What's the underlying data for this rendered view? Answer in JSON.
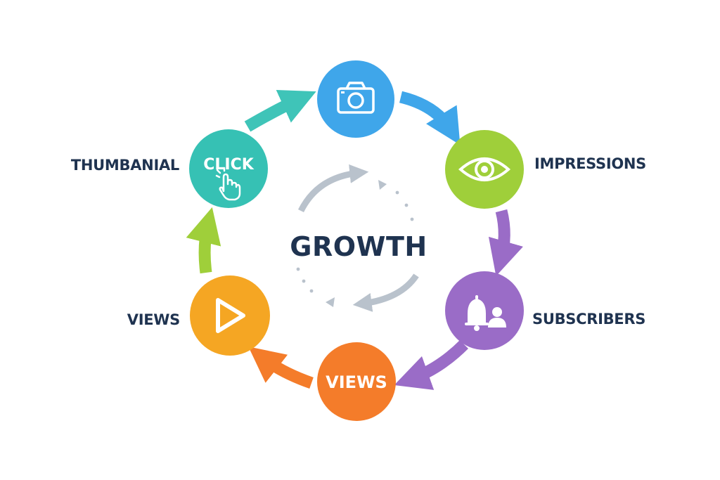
{
  "diagram": {
    "center": {
      "label": "GROWTH"
    },
    "nodes": [
      {
        "id": "camera",
        "icon": "camera-icon",
        "text": "",
        "side_label": "",
        "color": "#3fa6ea"
      },
      {
        "id": "impressions",
        "icon": "eye-icon",
        "text": "",
        "side_label": "IMPRESSIONS",
        "color": "#9fcf3a"
      },
      {
        "id": "subscribers",
        "icon": "bell-person-icon",
        "text": "",
        "side_label": "SUBSCRIBERS",
        "color": "#9a6cc7"
      },
      {
        "id": "views-bottom",
        "icon": "",
        "text": "VIEWS",
        "side_label": "",
        "color": "#f47c2a"
      },
      {
        "id": "views-left",
        "icon": "play-icon",
        "text": "",
        "side_label": "VIEWS",
        "color": "#f5a623"
      },
      {
        "id": "click",
        "icon": "hand-pointer-icon",
        "text": "CLICK",
        "side_label": "THUMBANIAL",
        "color": "#36c1b4"
      }
    ],
    "arrow_colors": [
      "#3fa6ea",
      "#9a6cc7",
      "#9a6cc7",
      "#f47c2a",
      "#9fcf3a",
      "#3fc4b8"
    ],
    "center_arrow_color": "#b9c2cc"
  }
}
